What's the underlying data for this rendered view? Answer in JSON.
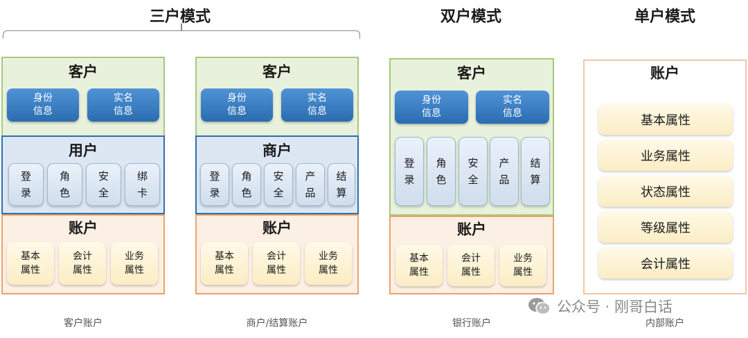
{
  "headers": {
    "three": "三户模式",
    "two": "双户模式",
    "one": "单户模式"
  },
  "d1": {
    "customer": {
      "title": "客户",
      "items": [
        "身份\n信息",
        "实名\n信息"
      ]
    },
    "user": {
      "title": "用户",
      "items": [
        "登\n录",
        "角\n色",
        "安\n全",
        "绑\n卡"
      ]
    },
    "account": {
      "title": "账户",
      "items": [
        "基本\n属性",
        "会计\n属性",
        "业务\n属性"
      ]
    },
    "caption": "客户账户"
  },
  "d2": {
    "customer": {
      "title": "客户",
      "items": [
        "身份\n信息",
        "实名\n信息"
      ]
    },
    "merchant": {
      "title": "商户",
      "items": [
        "登\n录",
        "角\n色",
        "安\n全",
        "产\n品",
        "结\n算"
      ]
    },
    "account": {
      "title": "账户",
      "items": [
        "基本\n属性",
        "会计\n属性",
        "业务\n属性"
      ]
    },
    "caption": "商户/结算账户"
  },
  "d3": {
    "customer": {
      "title": "客户",
      "items": [
        "身份\n信息",
        "实名\n信息"
      ],
      "functions": [
        "登\n录",
        "角\n色",
        "安\n全",
        "产\n品",
        "结\n算"
      ]
    },
    "account": {
      "title": "账户",
      "items": [
        "基本\n属性",
        "会计\n属性",
        "业务\n属性"
      ]
    },
    "caption": "银行账户"
  },
  "d4": {
    "account": {
      "title": "账户",
      "items": [
        "基本属性",
        "业务属性",
        "状态属性",
        "等级属性",
        "会计属性"
      ]
    },
    "caption": "内部账户"
  },
  "watermark": "公众号 · 刚哥白话",
  "colors": {
    "customer_border": "#a9c77f",
    "user_border": "#2f6ea9",
    "account_border": "#e9a36b",
    "blue_button": "#2b6cb0",
    "cream_button": "#fbedc4"
  }
}
